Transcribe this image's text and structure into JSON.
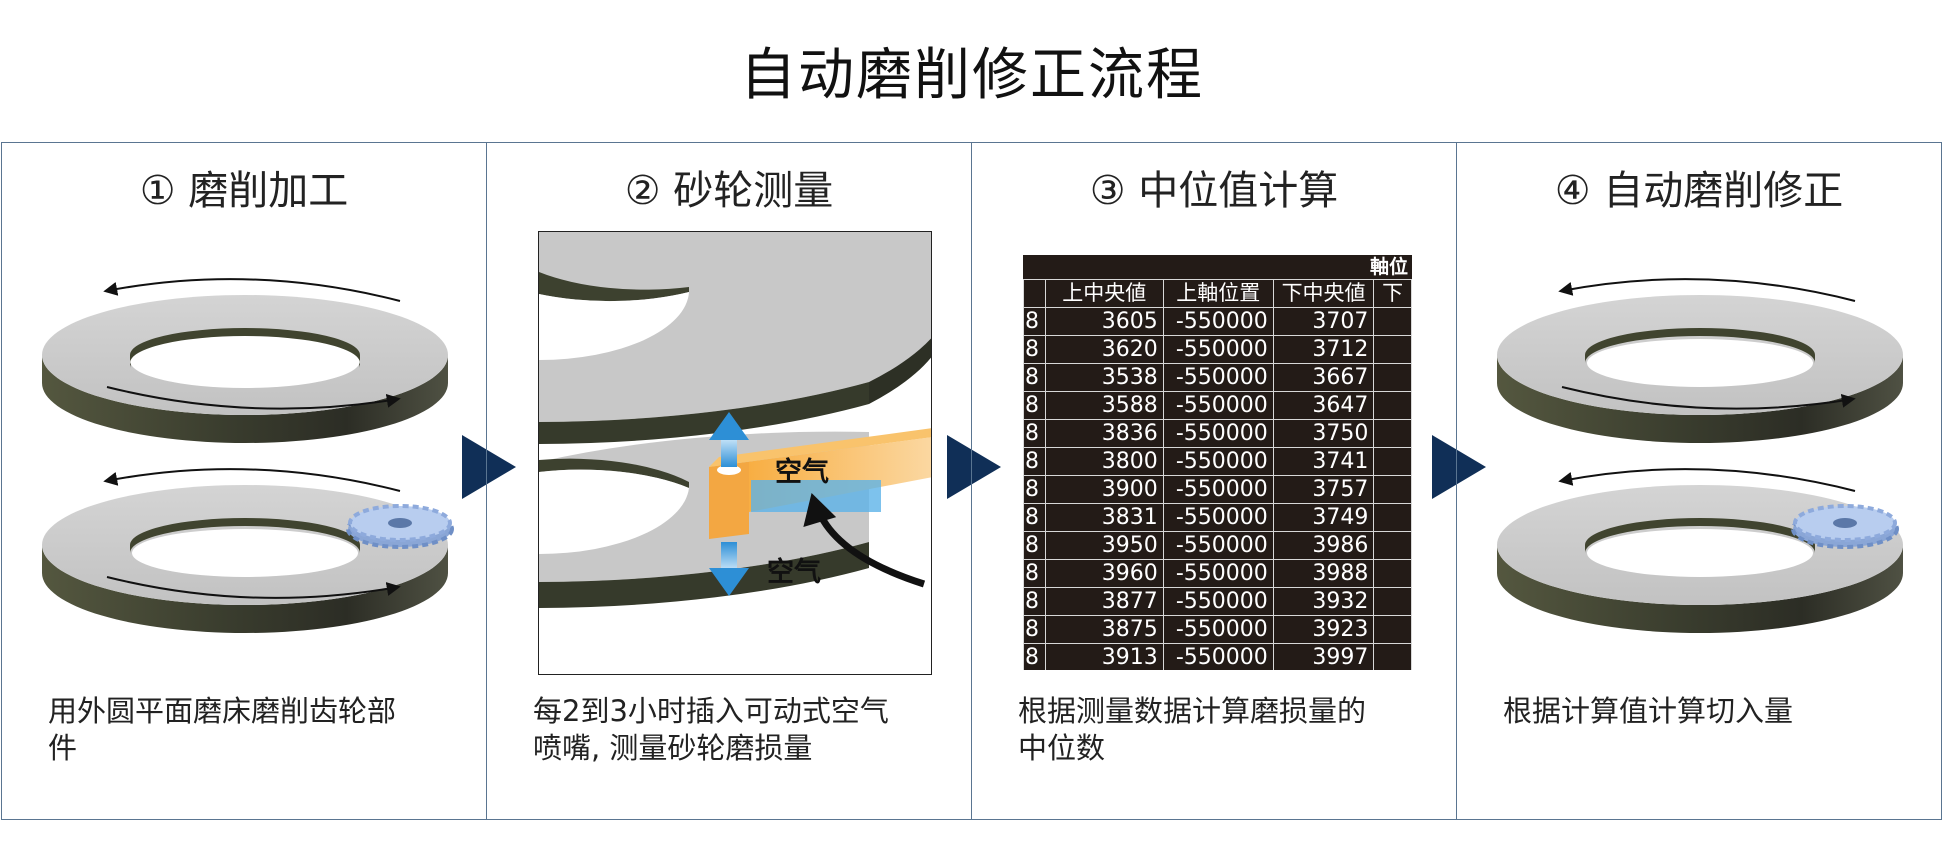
{
  "title": "自动磨削修正流程",
  "colors": {
    "border": "#5a7591",
    "arrow": "#102f57",
    "table_bg": "#231b17",
    "disc_top": "#c9c9c9",
    "disc_side": "#3f4334",
    "nozzle": "#f3a742",
    "air": "#49a6e6",
    "gear": "#a9c3ea"
  },
  "steps": [
    {
      "title": "① 磨削加工",
      "desc_lines": [
        "用外圆平面磨床磨削齿轮部",
        "件"
      ]
    },
    {
      "title": "② 砂轮测量",
      "desc_lines": [
        "每2到3小时插入可动式空气",
        "喷嘴, 测量砂轮磨损量"
      ],
      "air_top": "空气",
      "air_bottom": "空气"
    },
    {
      "title": "③ 中位值计算",
      "desc_lines": [
        "根据测量数据计算磨损量的",
        "中位数"
      ]
    },
    {
      "title": "④ 自动磨削修正",
      "desc_lines": [
        "根据计算值计算切入量"
      ]
    }
  ],
  "table": {
    "super_header": "軸位",
    "headers": [
      "",
      "上中央値",
      "上軸位置",
      "下中央値",
      "下"
    ],
    "rows": [
      [
        "8",
        "3605",
        "-550000",
        "3707",
        ""
      ],
      [
        "8",
        "3620",
        "-550000",
        "3712",
        ""
      ],
      [
        "8",
        "3538",
        "-550000",
        "3667",
        ""
      ],
      [
        "8",
        "3588",
        "-550000",
        "3647",
        ""
      ],
      [
        "8",
        "3836",
        "-550000",
        "3750",
        ""
      ],
      [
        "8",
        "3800",
        "-550000",
        "3741",
        ""
      ],
      [
        "8",
        "3900",
        "-550000",
        "3757",
        ""
      ],
      [
        "8",
        "3831",
        "-550000",
        "3749",
        ""
      ],
      [
        "8",
        "3950",
        "-550000",
        "3986",
        ""
      ],
      [
        "8",
        "3960",
        "-550000",
        "3988",
        ""
      ],
      [
        "8",
        "3877",
        "-550000",
        "3932",
        ""
      ],
      [
        "8",
        "3875",
        "-550000",
        "3923",
        ""
      ],
      [
        "8",
        "3913",
        "-550000",
        "3997",
        ""
      ]
    ]
  }
}
